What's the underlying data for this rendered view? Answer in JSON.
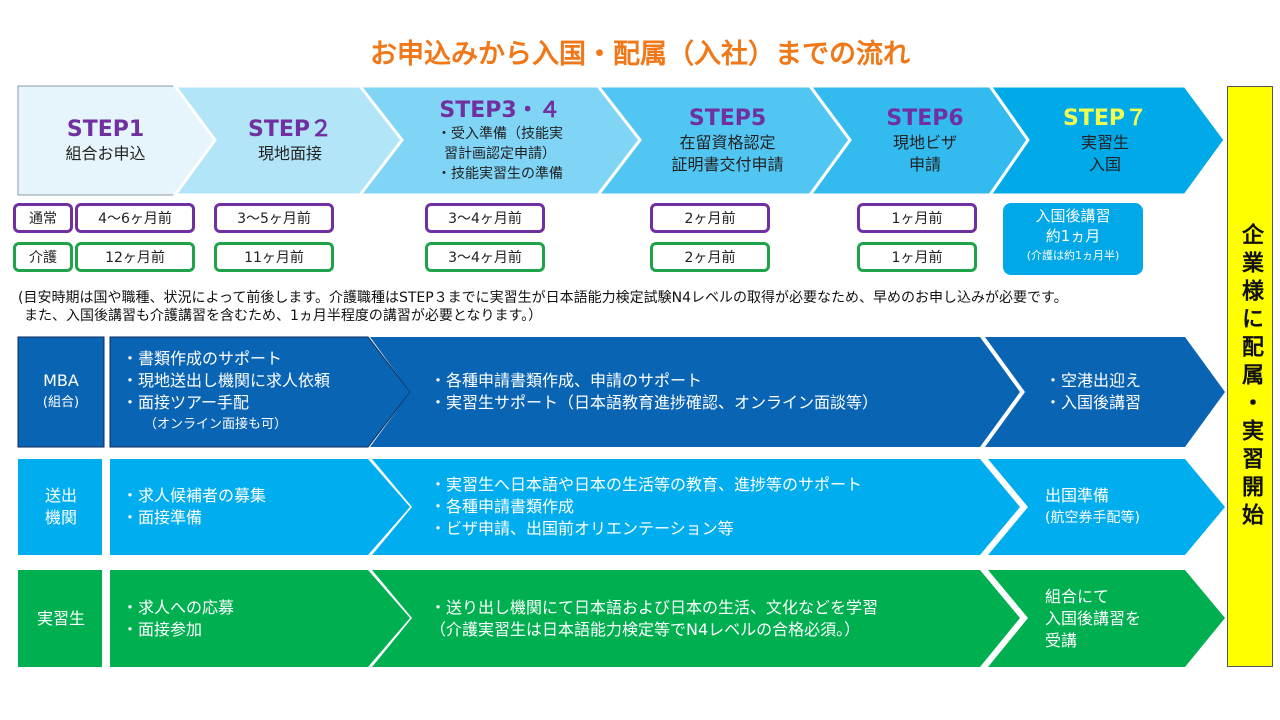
{
  "title": "お申込みから入国・配属（入社）までの流れ",
  "steps": [
    {
      "label": "STEP1",
      "lines": [
        "組合お申込"
      ]
    },
    {
      "label": "STEP２",
      "lines": [
        "現地面接"
      ]
    },
    {
      "label": "STEP3・４",
      "lines": [
        "・受入準備（技能実",
        "習計画認定申請）",
        "・技能実習生の準備"
      ]
    },
    {
      "label": "STEP5",
      "lines": [
        "在留資格認定",
        "証明書交付申請"
      ]
    },
    {
      "label": "STEP6",
      "lines": [
        "現地ビザ",
        "申請"
      ]
    },
    {
      "label": "STEP７",
      "lines": [
        "実習生",
        "入国"
      ]
    }
  ],
  "timing": {
    "normal_label": "通常",
    "care_label": "介護",
    "normal": [
      "4～6ヶ月前",
      "3～5ヶ月前",
      "3～4ヶ月前",
      "2ヶ月前",
      "1ヶ月前"
    ],
    "care": [
      "12ヶ月前",
      "11ヶ月前",
      "3～4ヶ月前",
      "2ヶ月前",
      "1ヶ月前"
    ],
    "step7": [
      "入国後講習",
      "約1ヵ月",
      "(介護は約1ヵ月半)"
    ]
  },
  "notes": [
    "(目安時期は国や職種、状況によって前後します。介護職種はSTEP３までに実習生が日本語能力検定試験N4レベルの取得が必要なため、早めのお申し込みが必要です。",
    "また、入国後講習も介護講習を含むため、1ヵ月半程度の講習が必要となります。）"
  ],
  "side_label": "企業様に配属・実習開始",
  "rows": [
    {
      "label": [
        "MBA",
        "(組合)"
      ],
      "color": "#0a64b4",
      "cells": [
        [
          "・書類作成のサポート",
          "・現地送出し機関に求人依頼",
          "・面接ツアー手配",
          "（オンライン面接も可）"
        ],
        [
          "・各種申請書類作成、申請のサポート",
          "・実習生サポート（日本語教育進捗確認、オンライン面談等）"
        ],
        [
          "・空港出迎え",
          "・入国後講習"
        ]
      ]
    },
    {
      "label": [
        "送出",
        "機関"
      ],
      "color": "#00aeef",
      "cells": [
        [
          "・求人候補者の募集",
          "・面接準備"
        ],
        [
          "・実習生へ日本語や日本の生活等の教育、進捗等のサポート",
          "・各種申請書類作成",
          "・ビザ申請、出国前オリエンテーション等"
        ],
        [
          "出国準備",
          "(航空券手配等)"
        ]
      ]
    },
    {
      "label": [
        "実習生"
      ],
      "color": "#00b050",
      "cells": [
        [
          "・求人への応募",
          "・面接参加"
        ],
        [
          "・送り出し機関にて日本語および日本の生活、文化などを学習",
          "（介護実習生は日本語能力検定等でN4レベルの合格必須。）"
        ],
        [
          "組合にて",
          "入国後講習を",
          "受講"
        ]
      ]
    }
  ]
}
